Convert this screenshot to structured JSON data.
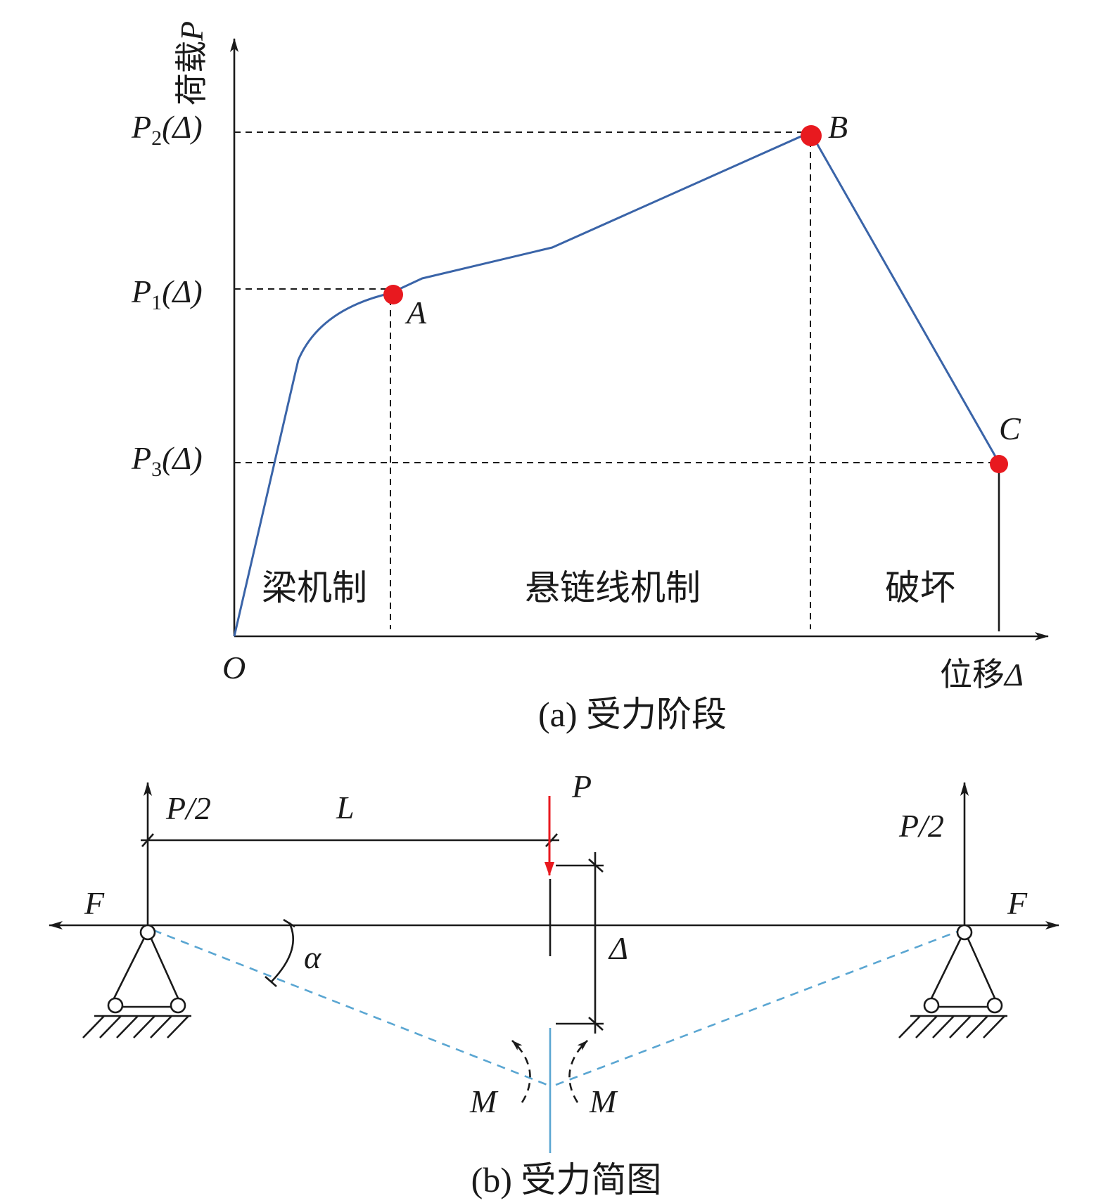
{
  "panel_a": {
    "caption": "(a) 受力阶段",
    "y_axis": {
      "prefix": "荷载",
      "symbol": "P"
    },
    "x_axis": {
      "prefix": "位移",
      "symbol": "Δ"
    },
    "origin": "O",
    "y_ticks": [
      {
        "sym": "P",
        "sub": "2",
        "arg": "(Δ)"
      },
      {
        "sym": "P",
        "sub": "1",
        "arg": "(Δ)"
      },
      {
        "sym": "P",
        "sub": "3",
        "arg": "(Δ)"
      }
    ],
    "points": {
      "a": "A",
      "b": "B",
      "c": "C"
    },
    "stages": [
      "梁机制",
      "悬链线机制",
      "破坏"
    ],
    "colors": {
      "curve": "#3a64a8",
      "point": "#e8191f"
    }
  },
  "panel_b": {
    "caption": "(b) 受力简图",
    "load": "P",
    "reaction_left": "P/2",
    "reaction_right": "P/2",
    "span": "L",
    "force_left": "F",
    "force_right": "F",
    "angle": "α",
    "deflection": "Δ",
    "moment_left": "M",
    "moment_right": "M",
    "colors": {
      "load": "#e8191f",
      "deformed": "#5aa6d2"
    }
  }
}
